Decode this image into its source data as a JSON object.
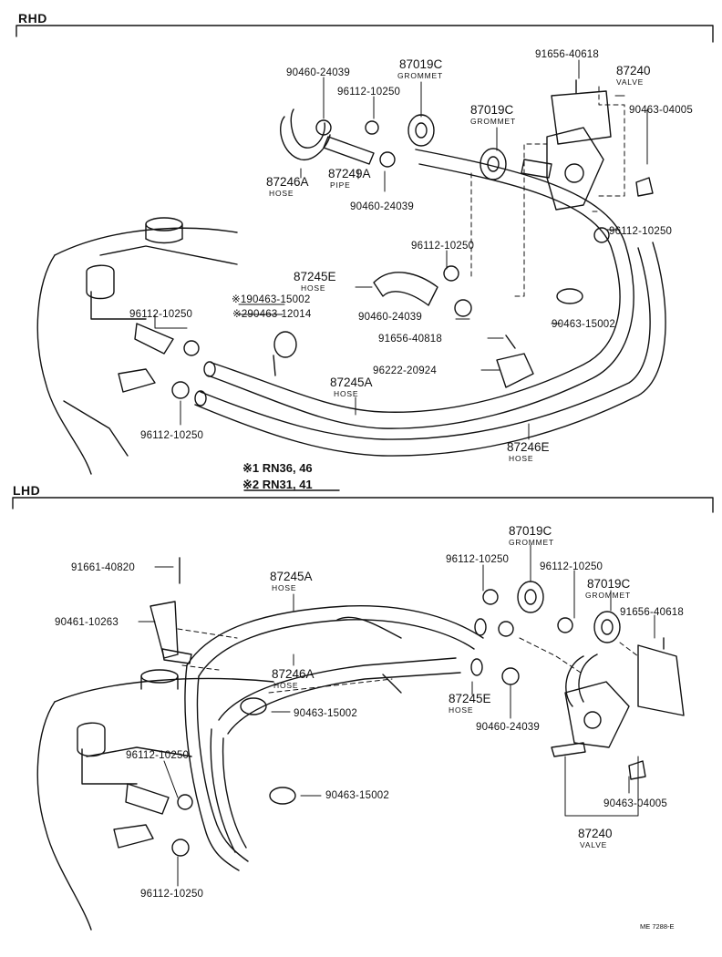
{
  "sections": {
    "rhd": "RHD",
    "lhd": "LHD"
  },
  "rhd": {
    "grommet": "GROMMET",
    "hose": "HOSE",
    "pipe": "PIPE",
    "valve": "VALVE",
    "p90460_24039_a": "90460-24039",
    "p87019C_a": "87019C",
    "p91656_40618": "91656-40618",
    "p87240": "87240",
    "p96112_10250_a": "96112-10250",
    "p90463_04005": "90463-04005",
    "p87019C_b": "87019C",
    "p87246A": "87246A",
    "p87249A": "87249A",
    "p90460_24039_b": "90460-24039",
    "p96112_10250_b": "96112-10250",
    "p96112_10250_c": "96112-10250",
    "p87245E": "87245E",
    "p190463_15002": "※190463-15002",
    "p96112_10250_d": "96112-10250",
    "p290463_12014": "※290463-12014",
    "p90460_24039_c": "90460-24039",
    "p90463_15002": "90463-15002",
    "p91656_40818": "91656-40818",
    "p96222_20924": "96222-20924",
    "p87245A": "87245A",
    "p96112_10250_e": "96112-10250",
    "p87246E": "87246E"
  },
  "notes": {
    "n1": "※1 RN36, 46",
    "n2": "※2 RN31, 41"
  },
  "lhd": {
    "grommet": "GROMMET",
    "hose": "HOSE",
    "valve": "VALVE",
    "p87019C_a": "87019C",
    "p96112_10250_a": "96112-10250",
    "p96112_10250_b": "96112-10250",
    "p91661_40820": "91661-40820",
    "p87245A": "87245A",
    "p87019C_b": "87019C",
    "p91656_40618": "91656-40618",
    "p90461_10263": "90461-10263",
    "p87246A": "87246A",
    "p87245E": "87245E",
    "p90463_15002_a": "90463-15002",
    "p90460_24039": "90460-24039",
    "p96112_10250_c": "96112-10250",
    "p90463_15002_b": "90463-15002",
    "p90463_04005": "90463-04005",
    "p87240": "87240",
    "p96112_10250_d": "96112-10250"
  },
  "drawing_code": "ME 7288-E"
}
